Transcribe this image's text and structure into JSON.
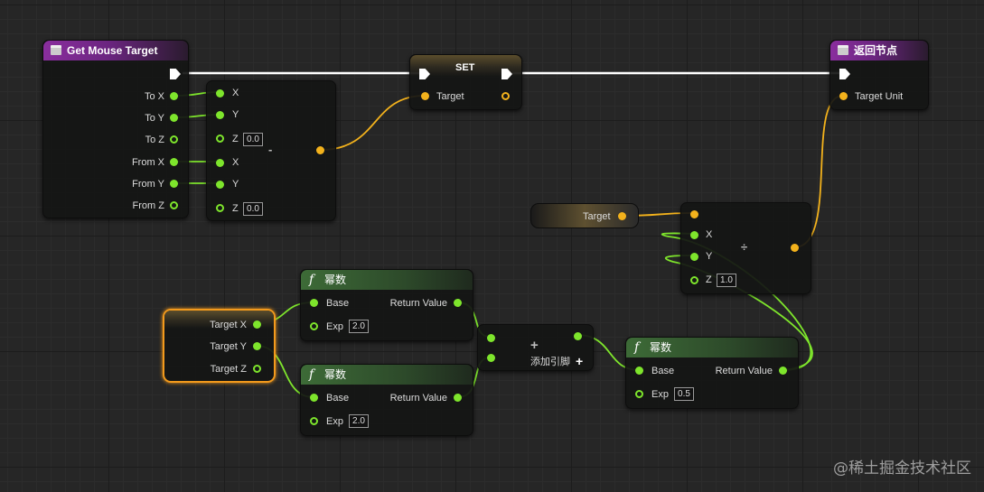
{
  "colors": {
    "float_pin": "#7ee52c",
    "object_pin": "#f3b21c",
    "exec_wire": "#ffffff",
    "event_header": "#8a2e9e",
    "func_header": "#3d6b37",
    "selection": "#f39a1c"
  },
  "event_node": {
    "title": "Get Mouse Target",
    "outputs": [
      "To X",
      "To Y",
      "To Z",
      "From X",
      "From Y",
      "From Z"
    ]
  },
  "subtract_node": {
    "x": "X",
    "y": "Y",
    "z": "Z",
    "z_value": "0.0",
    "op": "-"
  },
  "set_node": {
    "title": "SET",
    "target": "Target"
  },
  "return_node": {
    "title": "返回节点",
    "target": "Target Unit"
  },
  "target_get": {
    "label": "Target"
  },
  "divide_node": {
    "x": "X",
    "y": "Y",
    "z": "Z",
    "z_value": "1.0",
    "op": "÷"
  },
  "split_node": {
    "x": "Target X",
    "y": "Target Y",
    "z": "Target Z"
  },
  "power_node_1": {
    "title": "幂数",
    "base": "Base",
    "exp": "Exp",
    "exp_value": "2.0",
    "ret": "Return Value"
  },
  "power_node_2": {
    "title": "幂数",
    "base": "Base",
    "exp": "Exp",
    "exp_value": "2.0",
    "ret": "Return Value"
  },
  "add_node": {
    "op": "+",
    "add_pin": "添加引脚",
    "add_pin_icon": "+"
  },
  "power_node_3": {
    "title": "幂数",
    "base": "Base",
    "exp": "Exp",
    "exp_value": "0.5",
    "ret": "Return Value"
  },
  "watermark": "@稀土掘金技术社区"
}
